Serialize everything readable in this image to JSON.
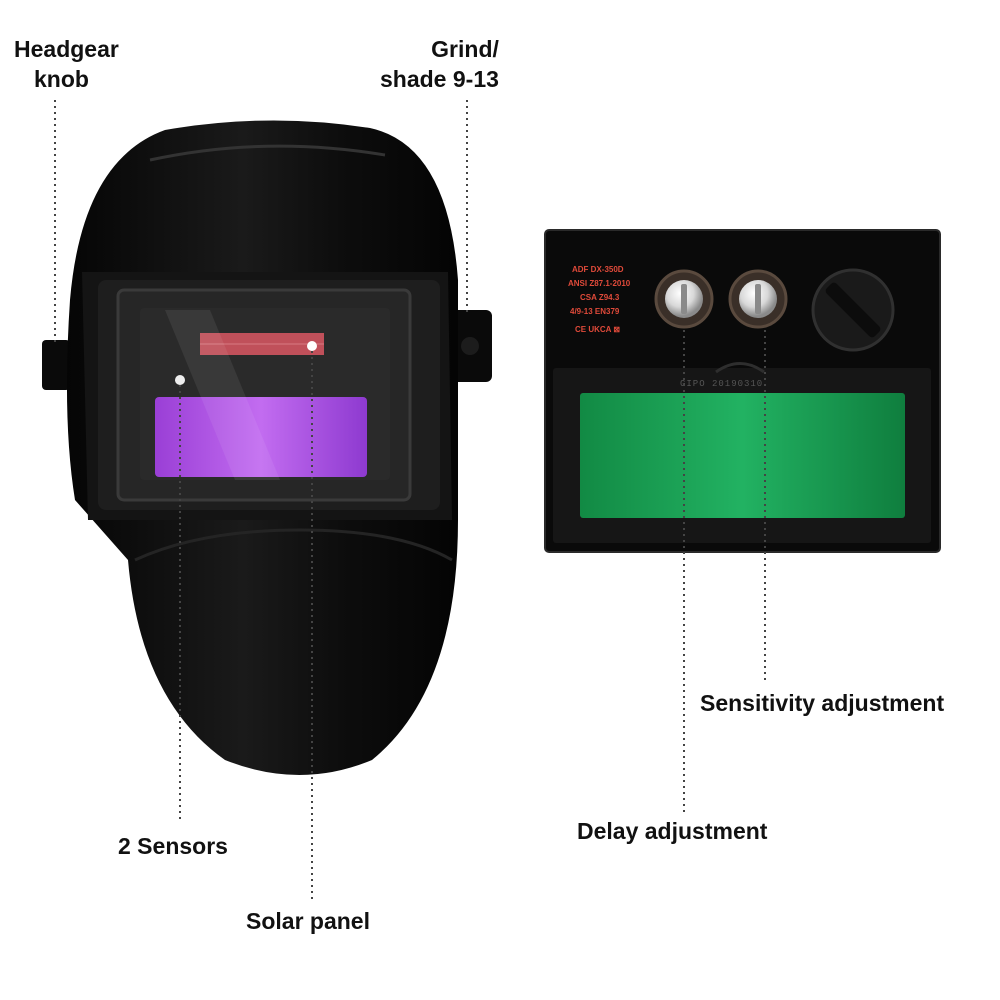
{
  "labels": {
    "headgear_line1": "Headgear",
    "headgear_line2": "knob",
    "grind_line1": "Grind/",
    "grind_line2": "shade  9-13",
    "sensitivity": "Sensitivity adjustment",
    "delay": "Delay  adjustment",
    "sensors": "2  Sensors",
    "solar": "Solar  panel"
  },
  "filter_markings": {
    "model": "ADF DX-350D",
    "standard_ansi": "ANSI Z87.1-2010",
    "standard_csa": "CSA Z94.3",
    "shade_range": "4/9-13 EN379",
    "serial": "GIPO 20190310"
  },
  "colors": {
    "helmet": "#0b0b0b",
    "lens_purple": "#b060e0",
    "lens_green": "#1fa65a",
    "solar_strip": "#c0505a",
    "marking_red": "#e04a3a"
  }
}
